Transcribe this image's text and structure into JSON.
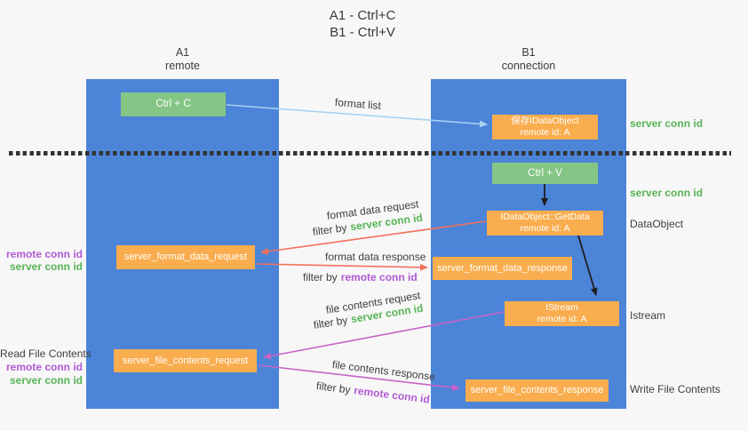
{
  "title": {
    "line1": "A1 - Ctrl+C",
    "line2": "B1 - Ctrl+V"
  },
  "columns": {
    "a": {
      "name": "A1",
      "role": "remote"
    },
    "b": {
      "name": "B1",
      "role": "connection"
    }
  },
  "boxes": {
    "ctrl_c": {
      "label": "Ctrl + C"
    },
    "save_dataobject": {
      "line1": "保存IDataObject",
      "line2": "remote id: A"
    },
    "ctrl_v": {
      "label": "Ctrl + V"
    },
    "getdata": {
      "line1": "IDataObject::GetData",
      "line2": "remote id: A"
    },
    "format_request": {
      "label": "server_format_data_request"
    },
    "format_response": {
      "label": "server_format_data_response"
    },
    "istream": {
      "line1": "IStream",
      "line2": "remote id: A"
    },
    "file_request": {
      "label": "server_file_contents_request"
    },
    "file_response": {
      "label": "server_file_contents_response"
    }
  },
  "flow_labels": {
    "format_list": "format list",
    "format_data_request": "format data request",
    "format_data_response": "format data response",
    "file_contents_request": "file contents request",
    "file_contents_response": "file contents response",
    "filter_by": "filter by",
    "server_conn_id": "server conn id",
    "remote_conn_id": "remote conn id"
  },
  "side_labels": {
    "left": {
      "remote_conn_id": "remote conn id",
      "server_conn_id": "server conn id",
      "read_file_contents": "Read File Contents"
    },
    "right": {
      "server_conn_id_top": "server conn id",
      "server_conn_id_mid": "server conn id",
      "dataobject": "DataObject",
      "istream": "Istream",
      "write_file_contents": "Write File Contents"
    }
  },
  "colors": {
    "column_blue": "#4c84d8",
    "box_green": "#85c585",
    "box_orange": "#f9ad4e",
    "text_green": "#57b457",
    "text_purple": "#b05ad5",
    "text_dark": "#3f3f3f",
    "arrow_blue": "#a6d3f0",
    "arrow_red": "#f2705a",
    "arrow_magenta": "#c763c7",
    "arrow_black": "#1f1f1f"
  }
}
